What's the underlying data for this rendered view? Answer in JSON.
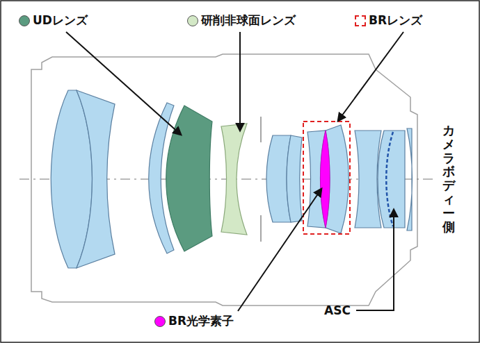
{
  "diagram": {
    "labels": [
      "カメラボディー側",
      "ASC"
    ],
    "legend": [
      {
        "text": "UDレンズ",
        "color": "#5b9b80"
      },
      {
        "text": "研削非球面レンズ",
        "color": "#d3e8c6"
      },
      {
        "text": "BRレンズ"
      },
      {
        "text": "BR光学素子",
        "color": "#ff00ff"
      }
    ]
  }
}
